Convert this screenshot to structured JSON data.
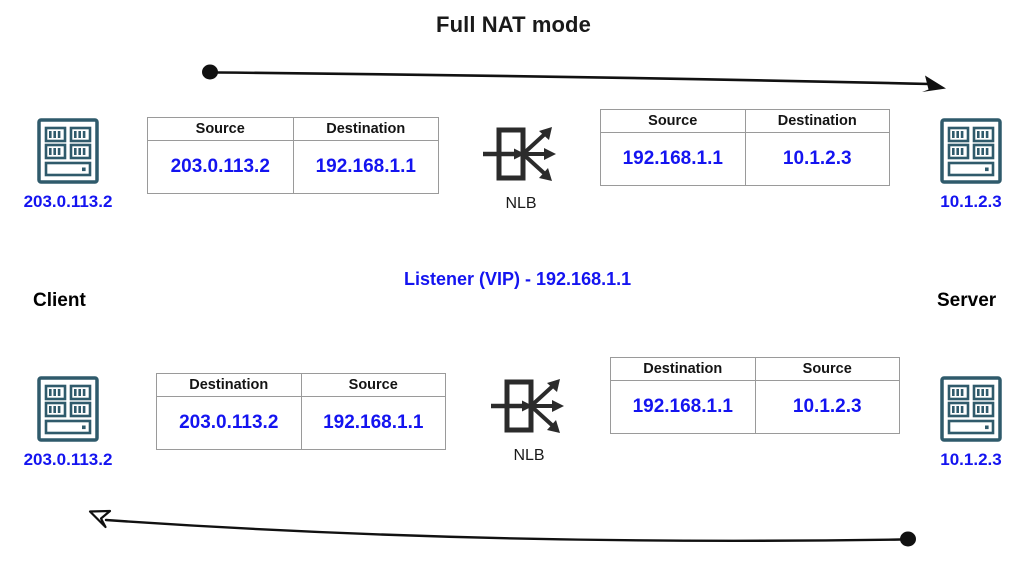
{
  "diagram": {
    "title": "Full NAT mode",
    "colors": {
      "ip_blue": "#1414f0",
      "node_teal": "#2f5a6b",
      "table_border": "#9a9a9a",
      "arrow_black": "#111111",
      "text_black": "#1a1a1a"
    },
    "vip_label": "Listener (VIP) - 192.168.1.1",
    "side_labels": {
      "client": "Client",
      "server": "Server"
    },
    "nodes": [
      {
        "id": "client-top",
        "icon": "server-icon",
        "ip": "203.0.113.2"
      },
      {
        "id": "server-top",
        "icon": "server-icon",
        "ip": "10.1.2.3"
      },
      {
        "id": "client-bottom",
        "icon": "server-icon",
        "ip": "203.0.113.2"
      },
      {
        "id": "server-bottom",
        "icon": "server-icon",
        "ip": "10.1.2.3"
      }
    ],
    "nlb": [
      {
        "id": "nlb-top",
        "icon": "nlb-icon",
        "label": "NLB"
      },
      {
        "id": "nlb-bottom",
        "icon": "nlb-icon",
        "label": "NLB"
      }
    ],
    "tables": [
      {
        "id": "request-client-side",
        "headers": [
          "Source",
          "Destination"
        ],
        "values": [
          "203.0.113.2",
          "192.168.1.1"
        ]
      },
      {
        "id": "request-server-side",
        "headers": [
          "Source",
          "Destination"
        ],
        "values": [
          "192.168.1.1",
          "10.1.2.3"
        ]
      },
      {
        "id": "response-client-side",
        "headers": [
          "Destination",
          "Source"
        ],
        "values": [
          "203.0.113.2",
          "192.168.1.1"
        ]
      },
      {
        "id": "response-server-side",
        "headers": [
          "Destination",
          "Source"
        ],
        "values": [
          "192.168.1.1",
          "10.1.2.3"
        ]
      }
    ],
    "flow_arrows": [
      {
        "id": "request-arrow",
        "direction": "left-to-right",
        "start": "filled-dot",
        "end": "filled-arrowhead"
      },
      {
        "id": "response-arrow",
        "direction": "right-to-left",
        "start": "filled-dot",
        "end": "hollow-arrowhead"
      }
    ]
  }
}
